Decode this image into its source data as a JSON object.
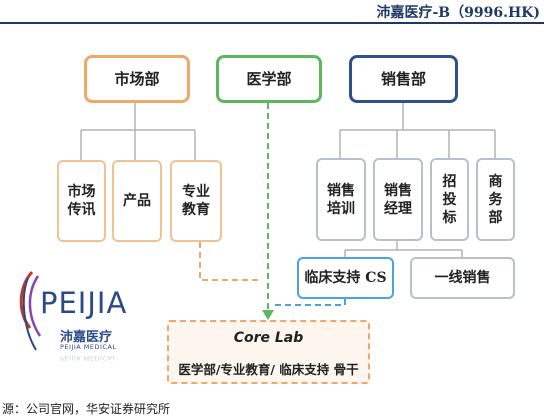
{
  "header": {
    "title": "沛嘉医疗-B（9996.HK)"
  },
  "top": {
    "marketing": "市场部",
    "medical": "医学部",
    "sales": "销售部"
  },
  "marketing_subs": [
    {
      "line1": "市场",
      "line2": "传讯"
    },
    {
      "line1": "产品",
      "line2": ""
    },
    {
      "line1": "专业",
      "line2": "教育"
    }
  ],
  "sales_subs": {
    "training": {
      "line1": "销售",
      "line2": "培训"
    },
    "manager": {
      "line1": "销售",
      "line2": "经理"
    },
    "bidding": {
      "line1": "招",
      "line2": "投",
      "line3": "标"
    },
    "business": {
      "line1": "商",
      "line2": "务",
      "line3": "部"
    }
  },
  "clinical_support": "临床支持 CS",
  "frontline_sales": "一线销售",
  "core_lab": {
    "title": "Core Lab",
    "subtitle": "医学部/专业教育/ 临床支持 骨干"
  },
  "logo": {
    "word": "PEIJIA",
    "cn": "沛嘉医疗",
    "en": "PEIJIA MEDICAL"
  },
  "source": "源：公司官网，华安证券研究所",
  "colors": {
    "orange": "#f0a868",
    "green": "#5cb85c",
    "navy": "#2f4f8f",
    "grey": "#b8c0c8",
    "blue": "#4aa3df",
    "header": "#1f3864"
  }
}
